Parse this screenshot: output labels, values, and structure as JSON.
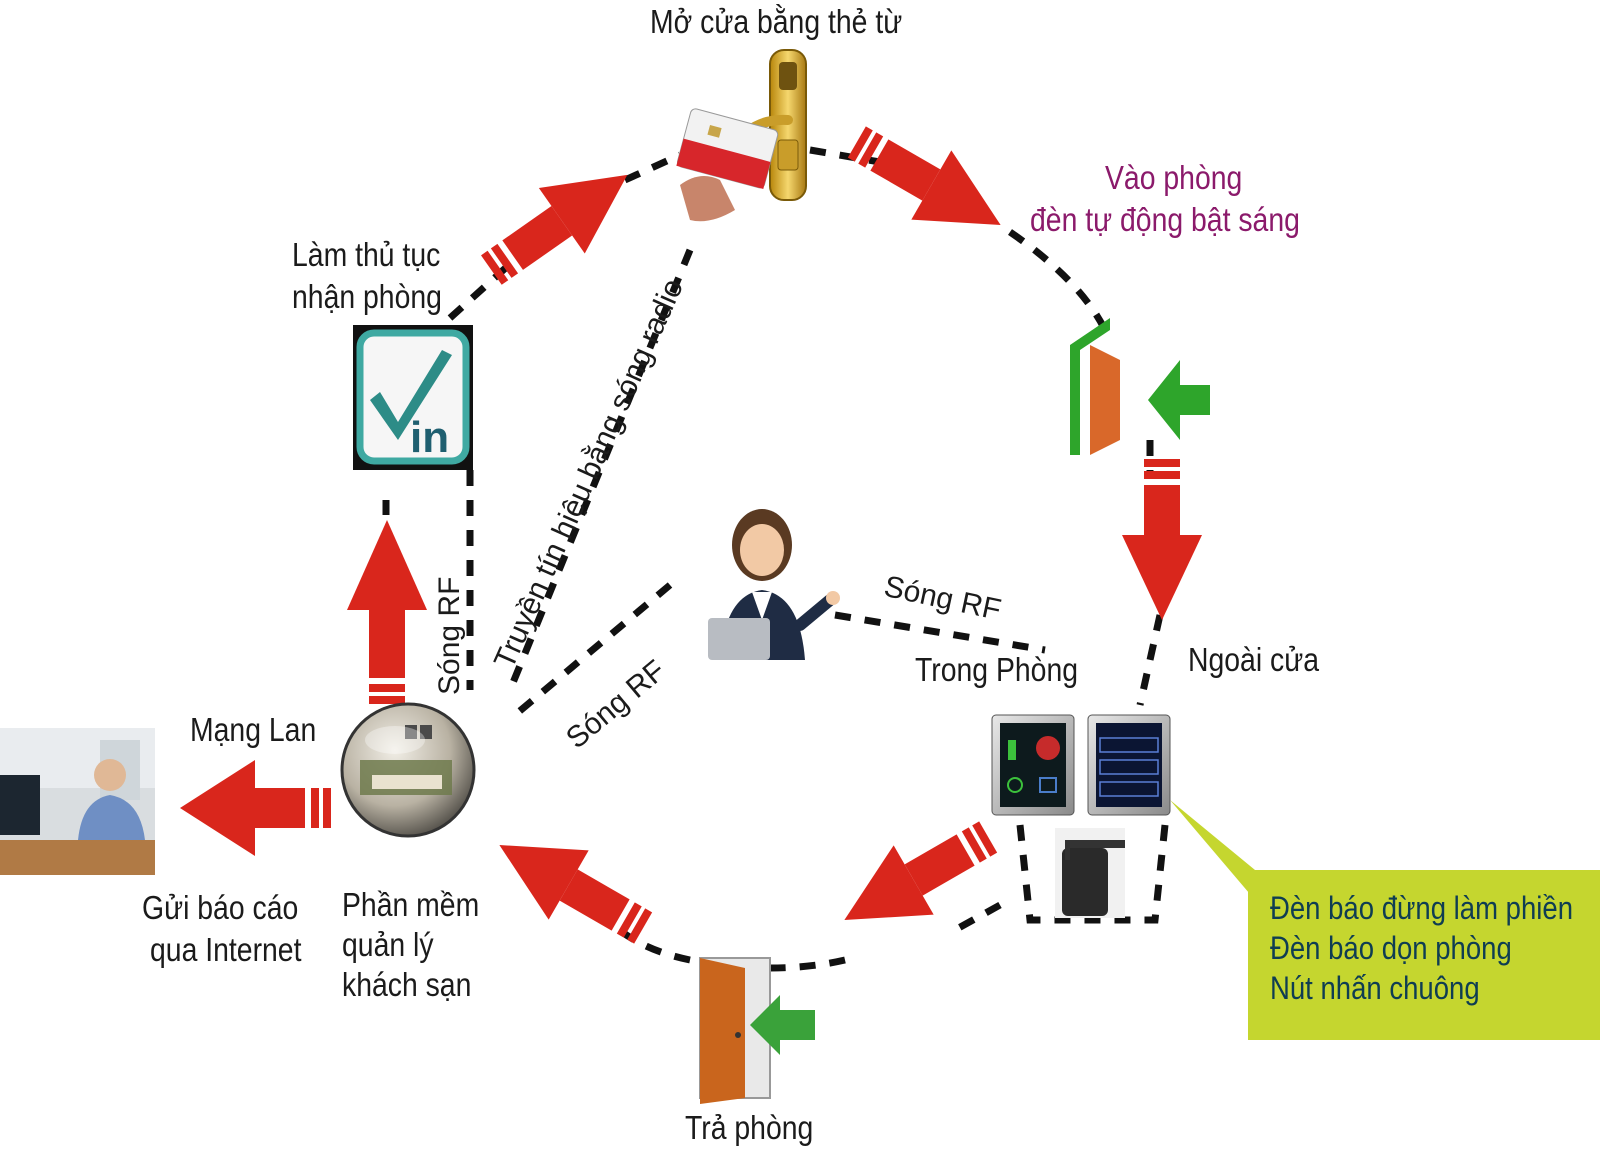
{
  "labels": {
    "open_card": "Mở cửa bằng thẻ từ",
    "enter_room_1": "Vào phòng",
    "enter_room_2": "đèn tự động bật sáng",
    "checkin_1": "Làm thủ tục",
    "checkin_2": "nhận phòng",
    "radio": "Truyền tín hiệu bằng sóng radio",
    "rf_vertical": "Sóng RF",
    "rf_diagonal": "Sóng RF",
    "rf_right": "Sóng RF",
    "in_room": "Trong Phòng",
    "outside": "Ngoài cửa",
    "lan": "Mạng Lan",
    "report_1": "Gửi báo cáo",
    "report_2": "qua Internet",
    "software_1": "Phần mềm",
    "software_2": "quản lý",
    "software_3": "khách sạn",
    "checkout": "Trả phòng"
  },
  "icon_text": {
    "checkin_badge": "in"
  },
  "note": {
    "lines": [
      "Đèn báo đừng làm phiền",
      "Đèn báo dọn phòng",
      "Nút nhấn chuông"
    ]
  },
  "colors": {
    "arrow_red": "#d9261c",
    "note_bg": "#c5d62f",
    "note_text": "#0f3d52",
    "purple_label": "#8b1a6b",
    "green_arrow": "#2ea52b",
    "door_orange": "#d9682a",
    "teal_badge": "#3fa9a2"
  }
}
